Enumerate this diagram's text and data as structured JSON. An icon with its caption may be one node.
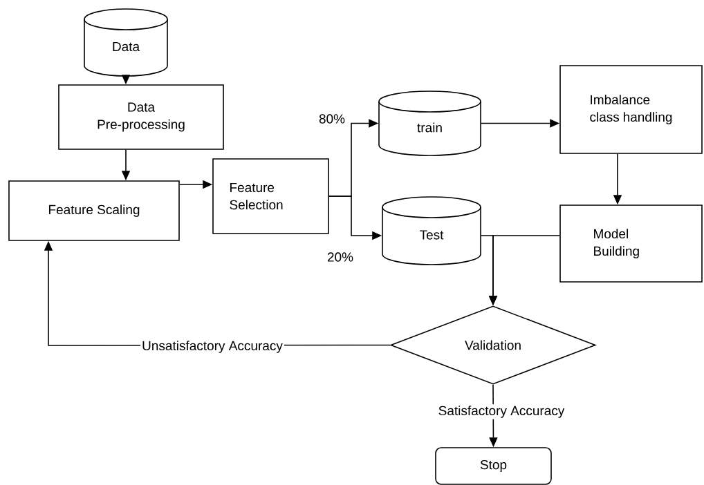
{
  "diagram": {
    "nodes": [
      {
        "text": [
          "Data"
        ]
      },
      {
        "text": [
          "Data Pre-processing"
        ]
      },
      {
        "text": [
          "Feature Scaling"
        ]
      },
      {
        "text": [
          "Feature Selection"
        ]
      },
      {
        "text": [
          "train"
        ]
      },
      {
        "text": [
          "Test"
        ]
      },
      {
        "text": [
          "Imbalance class handling"
        ]
      },
      {
        "text": [
          "Model Building"
        ]
      },
      {
        "text": [
          "Validation"
        ]
      },
      {
        "text": [
          "Stop"
        ]
      }
    ],
    "edges": [
      {
        "from": 0,
        "to": 1,
        "arrow": "to"
      },
      {
        "from": 1,
        "to": 2,
        "arrow": "to"
      },
      {
        "from": 2,
        "to": 3,
        "arrow": "to"
      },
      {
        "from": 3,
        "to": 4,
        "arrow": "to",
        "label": "80%"
      },
      {
        "from": 3,
        "to": 5,
        "arrow": "to",
        "label": "20%"
      },
      {
        "from": 4,
        "to": 6,
        "arrow": "to"
      },
      {
        "from": 6,
        "to": 7,
        "arrow": "to"
      },
      {
        "from": 5,
        "to": 8,
        "arrow": "to"
      },
      {
        "from": 7,
        "to": 8,
        "arrow": "to"
      },
      {
        "from": 8,
        "to": 2,
        "arrow": "to",
        "label": "Unsatisfactory Accuracy"
      },
      {
        "from": 8,
        "to": 9,
        "arrow": "to",
        "label": "Satisfactory Accuracy"
      }
    ]
  }
}
